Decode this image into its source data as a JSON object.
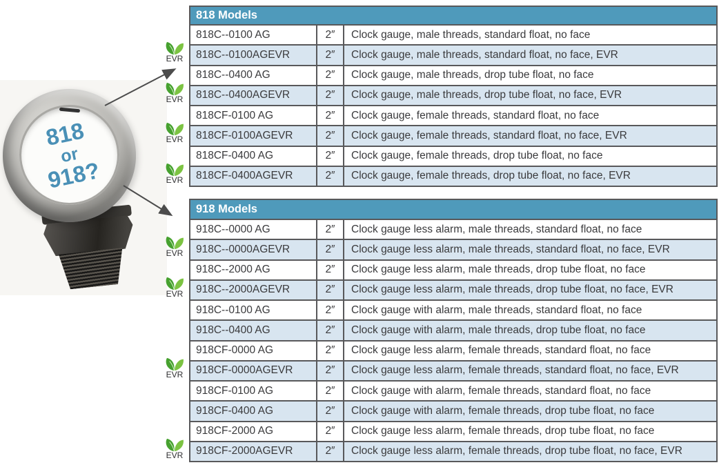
{
  "page": {
    "background": "#ffffff"
  },
  "colors": {
    "header_bg": "#4f9abb",
    "header_text": "#ffffff",
    "row_bg": "#ffffff",
    "row_alt_bg": "#d8e5f0",
    "border": "#58585a",
    "cell_text": "#3a3a3c",
    "gauge_text": "#4a90b6",
    "leaf_green_dark": "#46a12f",
    "leaf_green_light": "#7cc342",
    "arrow": "#4c4c4c"
  },
  "gauge": {
    "line1": "818",
    "line2": "or",
    "line3": "918?"
  },
  "evr_badge": {
    "label": "EVR",
    "icon": "leaf-sprout-icon"
  },
  "tables": [
    {
      "title": "818 Models",
      "rows": [
        {
          "model": "818C--0100 AG",
          "size": "2″",
          "desc": "Clock gauge, male threads, standard float, no face",
          "evr": false
        },
        {
          "model": "818C--0100AGEVR",
          "size": "2″",
          "desc": "Clock gauge, male threads, standard float, no face, EVR",
          "evr": true
        },
        {
          "model": "818C--0400 AG",
          "size": "2″",
          "desc": "Clock gauge, male threads, drop tube float, no face",
          "evr": false
        },
        {
          "model": "818C--0400AGEVR",
          "size": "2″",
          "desc": "Clock gauge, male threads, drop tube float, no face, EVR",
          "evr": true
        },
        {
          "model": "818CF-0100 AG",
          "size": "2″",
          "desc": "Clock gauge, female threads, standard float, no face",
          "evr": false
        },
        {
          "model": "818CF-0100AGEVR",
          "size": "2″",
          "desc": "Clock gauge, female threads, standard float, no face, EVR",
          "evr": true
        },
        {
          "model": "818CF-0400 AG",
          "size": "2″",
          "desc": "Clock gauge, female threads, drop tube float, no face",
          "evr": false
        },
        {
          "model": "818CF-0400AGEVR",
          "size": "2″",
          "desc": "Clock gauge, female threads, drop tube float, no face, EVR",
          "evr": true
        }
      ]
    },
    {
      "title": "918 Models",
      "rows": [
        {
          "model": "918C--0000 AG",
          "size": "2″",
          "desc": "Clock gauge less alarm, male threads, standard float, no face",
          "evr": false
        },
        {
          "model": "918C--0000AGEVR",
          "size": "2″",
          "desc": "Clock gauge less alarm, male threads, standard float, no face, EVR",
          "evr": true
        },
        {
          "model": "918C--2000 AG",
          "size": "2″",
          "desc": "Clock gauge less alarm, male threads, drop tube float, no face",
          "evr": false
        },
        {
          "model": "918C--2000AGEVR",
          "size": "2″",
          "desc": "Clock gauge less alarm, male threads, drop tube float, no face, EVR",
          "evr": true
        },
        {
          "model": "918C--0100 AG",
          "size": "2″",
          "desc": "Clock gauge with alarm, male threads, standard float, no face",
          "evr": false
        },
        {
          "model": "918C--0400 AG",
          "size": "2″",
          "desc": "Clock gauge with alarm, male threads, drop tube float, no face",
          "evr": false
        },
        {
          "model": "918CF-0000 AG",
          "size": "2″",
          "desc": "Clock gauge less alarm, female threads, standard float, no face",
          "evr": false
        },
        {
          "model": "918CF-0000AGEVR",
          "size": "2″",
          "desc": "Clock gauge less alarm, female threads, standard float, no face, EVR",
          "evr": true
        },
        {
          "model": "918CF-0100 AG",
          "size": "2″",
          "desc": "Clock gauge with alarm, female threads, standard float, no face",
          "evr": false
        },
        {
          "model": "918CF-0400 AG",
          "size": "2″",
          "desc": "Clock gauge with alarm, female threads, drop tube float, no face",
          "evr": false
        },
        {
          "model": "918CF-2000 AG",
          "size": "2″",
          "desc": "Clock gauge less alarm, female threads, drop tube float, no face",
          "evr": false
        },
        {
          "model": "918CF-2000AGEVR",
          "size": "2″",
          "desc": "Clock gauge less alarm, female threads, drop tube float, no face, EVR",
          "evr": true
        }
      ]
    }
  ]
}
